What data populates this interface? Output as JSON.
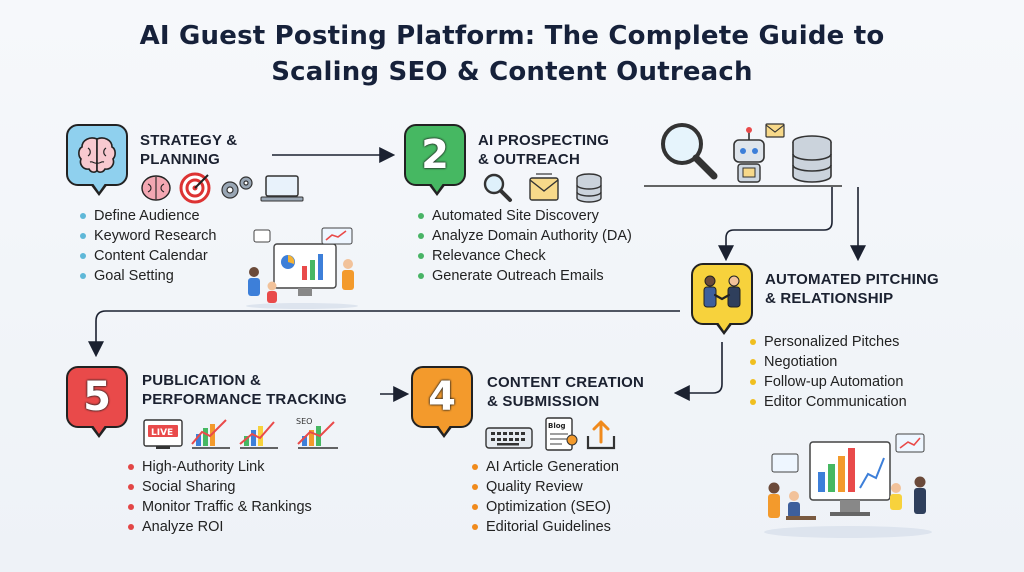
{
  "title": {
    "line1": "AI Guest Posting Platform: The Complete Guide to",
    "line2": "Scaling SEO & Content Outreach"
  },
  "stages": [
    {
      "id": "strategy",
      "badge_number": "",
      "badge_color": "#8fd0ee",
      "heading": [
        "STRATEGY &",
        "PLANNING"
      ],
      "dot_color": "#5fb8d8",
      "items": [
        "Define Audience",
        "Keyword Research",
        "Content Calendar",
        "Goal Setting"
      ]
    },
    {
      "id": "prospecting",
      "badge_number": "2",
      "badge_color": "#46b862",
      "heading": [
        "AI PROSPECTING",
        "& OUTREACH"
      ],
      "dot_color": "#49b466",
      "items": [
        "Automated Site Discovery",
        "Analyze Domain Authority (DA)",
        "Relevance Check",
        "Generate Outreach Emails"
      ]
    },
    {
      "id": "pitching",
      "badge_number": "",
      "badge_color": "#f7d23c",
      "heading": [
        "AUTOMATED PITCHING",
        "& RELATIONSHIP"
      ],
      "dot_color": "#f0bf1f",
      "items": [
        "Personalized Pitches",
        "Negotiation",
        "Follow-up Automation",
        "Editor Communication"
      ]
    },
    {
      "id": "content",
      "badge_number": "4",
      "badge_color": "#f39a2c",
      "heading": [
        "CONTENT CREATION",
        "& SUBMISSION"
      ],
      "dot_color": "#f08a1c",
      "items": [
        "AI Article Generation",
        "Quality Review",
        "Optimization (SEO)",
        "Editorial Guidelines"
      ]
    },
    {
      "id": "publication",
      "badge_number": "5",
      "badge_color": "#e94a4a",
      "heading": [
        "PUBLICATION &",
        "PERFORMANCE TRACKING"
      ],
      "dot_color": "#e24646",
      "items": [
        "High-Authority Link",
        "Social Sharing",
        "Monitor Traffic & Rankings",
        "Analyze ROI"
      ]
    }
  ],
  "icon_labels": {
    "live": "LIVE",
    "seo": "SEO",
    "blog": "Blog"
  },
  "colors": {
    "title": "#16213a",
    "arrow": "#1b2130"
  }
}
